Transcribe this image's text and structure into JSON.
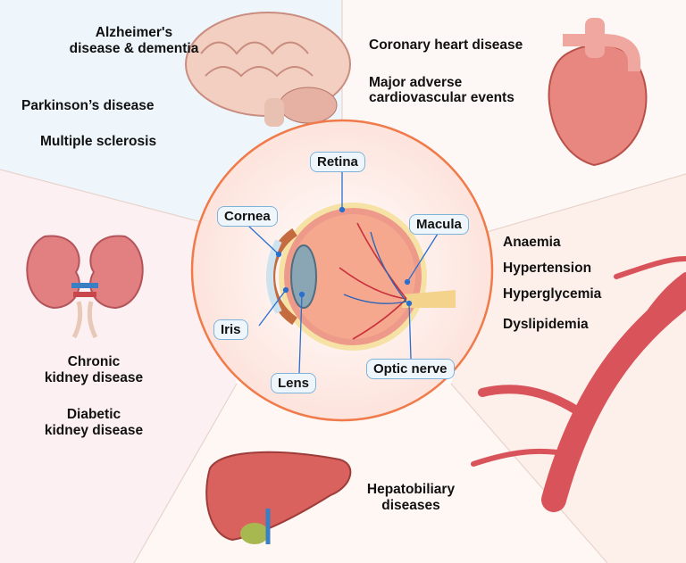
{
  "brain": {
    "items": [
      "Alzheimer's",
      "disease & dementia",
      "Parkinson’s disease",
      "Multiple sclerosis"
    ]
  },
  "heart": {
    "items": [
      "Coronary heart disease",
      "Major adverse",
      "cardiovascular events"
    ]
  },
  "vessels": {
    "items": [
      "Anaemia",
      "Hypertension",
      "Hyperglycemia",
      "Dyslipidemia"
    ]
  },
  "kidney": {
    "items": [
      "Chronic",
      "kidney disease",
      "Diabetic",
      "kidney disease"
    ]
  },
  "liver": {
    "items": [
      "Hepatobiliary",
      "diseases"
    ]
  },
  "eye": {
    "labels": {
      "retina": "Retina",
      "cornea": "Cornea",
      "macula": "Macula",
      "iris": "Iris",
      "lens": "Lens",
      "optic_nerve": "Optic nerve"
    }
  },
  "colors": {
    "circle_border": "#f07a4a",
    "label_border": "#7fb2d9",
    "organ_red": "#d9535a"
  }
}
